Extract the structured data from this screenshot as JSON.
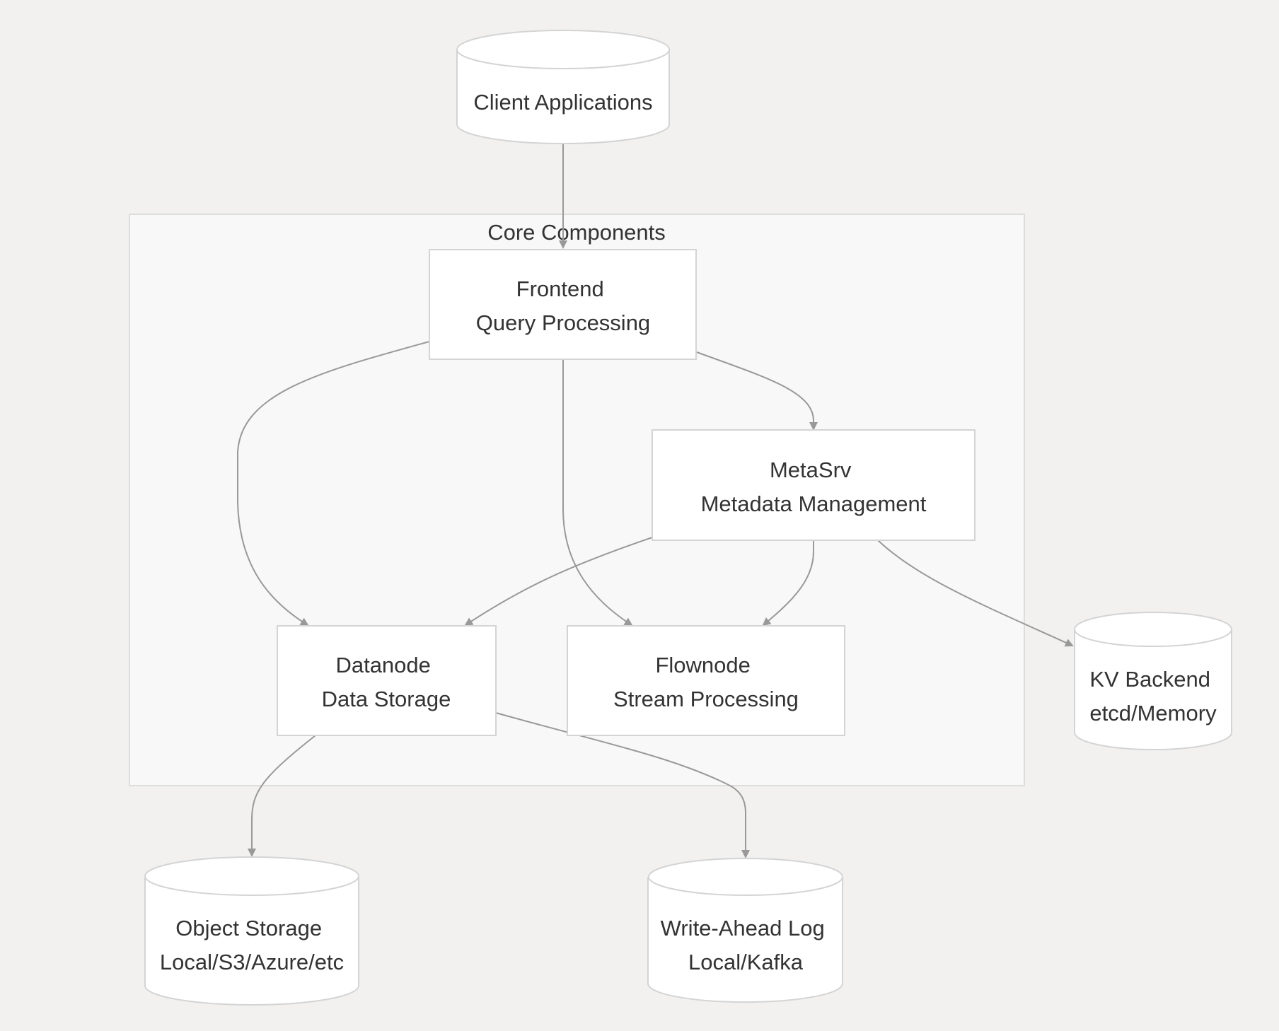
{
  "diagram": {
    "group": {
      "title": "Core Components"
    },
    "nodes": {
      "client": {
        "lines": [
          "Client Applications"
        ]
      },
      "frontend": {
        "lines": [
          "Frontend",
          "Query Processing"
        ]
      },
      "metasrv": {
        "lines": [
          "MetaSrv",
          "Metadata Management"
        ]
      },
      "datanode": {
        "lines": [
          "Datanode",
          "Data Storage"
        ]
      },
      "flownode": {
        "lines": [
          "Flownode",
          "Stream Processing"
        ]
      },
      "kv": {
        "lines": [
          "KV Backend",
          "etcd/Memory"
        ]
      },
      "objstore": {
        "lines": [
          "Object Storage",
          "Local/S3/Azure/etc"
        ]
      },
      "wal": {
        "lines": [
          "Write-Ahead Log",
          "Local/Kafka"
        ]
      }
    },
    "edges": [
      {
        "from": "Client Applications",
        "to": "Frontend"
      },
      {
        "from": "Frontend",
        "to": "Datanode"
      },
      {
        "from": "Frontend",
        "to": "Flownode"
      },
      {
        "from": "Frontend",
        "to": "MetaSrv"
      },
      {
        "from": "MetaSrv",
        "to": "Datanode"
      },
      {
        "from": "MetaSrv",
        "to": "Flownode"
      },
      {
        "from": "MetaSrv",
        "to": "KV Backend"
      },
      {
        "from": "Datanode",
        "to": "Object Storage"
      },
      {
        "from": "Datanode",
        "to": "Write-Ahead Log"
      }
    ]
  }
}
